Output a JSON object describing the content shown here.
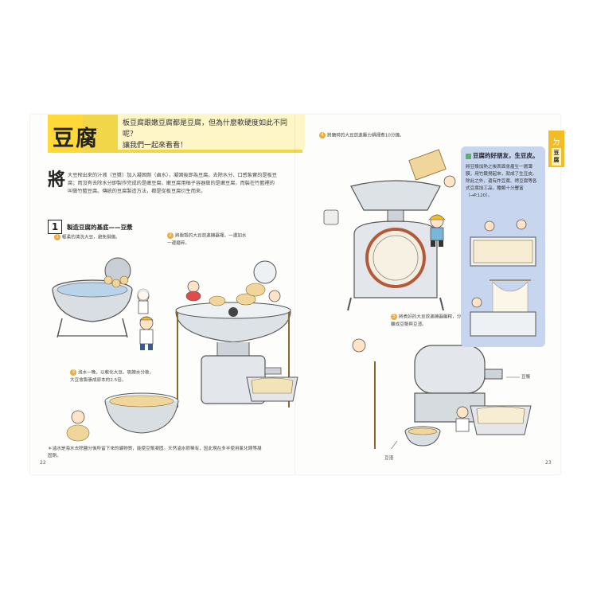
{
  "header": {
    "title": "豆腐",
    "subtitle_lines": [
      "板豆腐跟嫩豆腐都是豆腐，但為什麼軟硬度如此不同呢？",
      "讓我們一起來看看！"
    ]
  },
  "intro": {
    "drop_cap": "將",
    "text": "大豆榨出來的汁液（豆漿）加入凝固劑（鹵水），凝固後即為豆腐。去除水分、口感紮實的是板豆腐；而沒有去除水分即製作完成的是嫩豆腐。嫩豆腐用柚子容器做的是嫩豆腐，而裝在竹籃裡的叫做竹籃豆腐。傳統的豆腐製造方法，都是從板豆腐衍生而來。"
  },
  "step": {
    "number": "1",
    "title": "製造豆腐的基底——豆漿"
  },
  "captions": {
    "c1_num": "1",
    "c1": "輕柔的清洗大豆，避免損傷。",
    "c2_num": "2",
    "c2": "將脫殼的大豆放進機器裡，一邊加水一邊磨碎。",
    "c3_num": "3",
    "c3": "泡水一晚，以軟化大豆。吸飽水分後，大豆會膨脹成原本的2.5倍。",
    "c4_num": "4",
    "c4": "將磨碎的大豆放進壓力鍋裡煮10分鐘。",
    "c5_num": "5",
    "c5": "將煮好的大豆放進機器壓榨，分離成豆漿與豆渣。"
  },
  "labels": {
    "soymilk": "豆漿",
    "okara": "豆渣"
  },
  "footnote": "＊滷水是海水去除鹽分後所留下來的礦物質，能使豆漿凝固。天然滷水很稀有，因此現在多半使用氯化鎂等凝固劑。",
  "folios": {
    "left": "22",
    "right": "23"
  },
  "sidebar": {
    "heading": "豆腐的好朋友，生豆皮。",
    "text": "將豆漿加熱之後表面會產生一層薄膜，用竹籤撈起來，就成了生豆皮。除此之外，還有炸豆腐、烤豆腐等各式豆腐加工品，種類十分豐富（→P.120）。"
  },
  "tab": {
    "icon": "ㄉ",
    "label": "豆腐"
  },
  "colors": {
    "accent_yellow": "#f2d64a",
    "sidebar_blue": "#c7d6ee",
    "bullet_orange": "#f1a93a"
  }
}
